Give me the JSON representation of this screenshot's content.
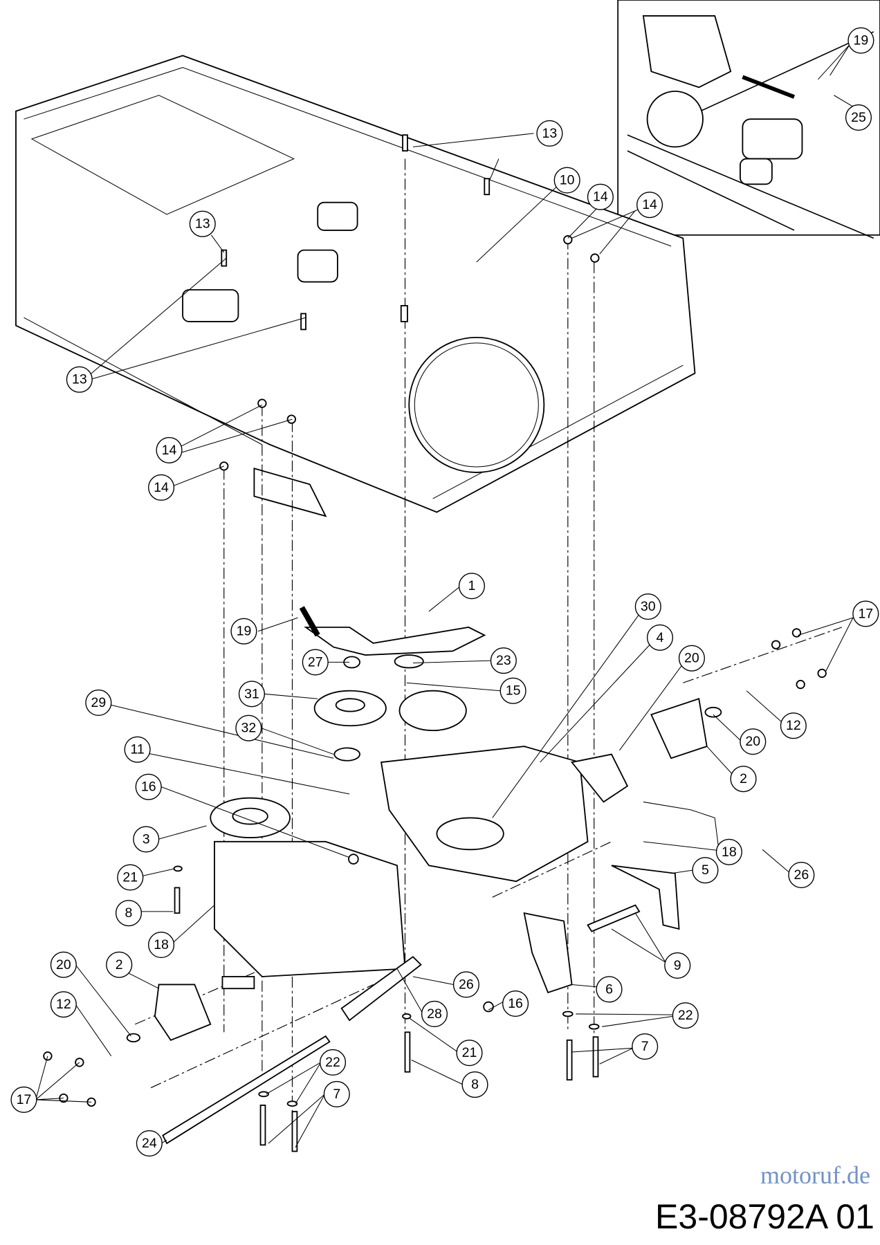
{
  "diagram": {
    "code": "E3-08792A 01",
    "watermark": "motoruf.de",
    "callouts": [
      "13",
      "13",
      "10",
      "14",
      "14",
      "14",
      "1",
      "19",
      "30",
      "4",
      "20",
      "17",
      "27",
      "23",
      "15",
      "31",
      "29",
      "32",
      "11",
      "20",
      "12",
      "2",
      "16",
      "3",
      "18",
      "26",
      "5",
      "21",
      "8",
      "18",
      "9",
      "20",
      "2",
      "6",
      "26",
      "28",
      "16",
      "22",
      "12",
      "21",
      "7",
      "22",
      "7",
      "8",
      "17",
      "24",
      "13",
      "19",
      "25",
      "14"
    ]
  }
}
